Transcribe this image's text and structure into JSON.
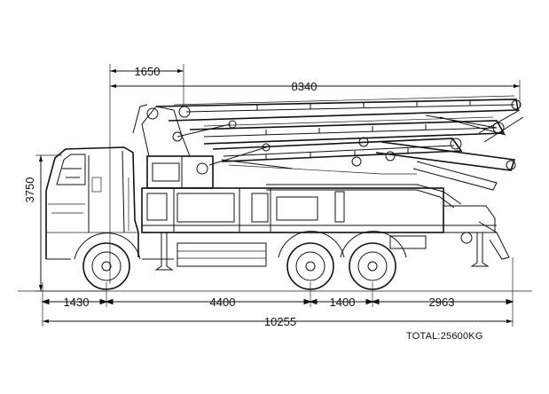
{
  "dimensions": {
    "overall_length": "10255",
    "boom_reach": "8340",
    "front_offset": "1650",
    "height": "3750",
    "front_overhang": "1430",
    "wheelbase_1": "4400",
    "wheelbase_2": "1400",
    "rear_overhang": "2963"
  },
  "total_weight": "TOTAL:25600KG"
}
